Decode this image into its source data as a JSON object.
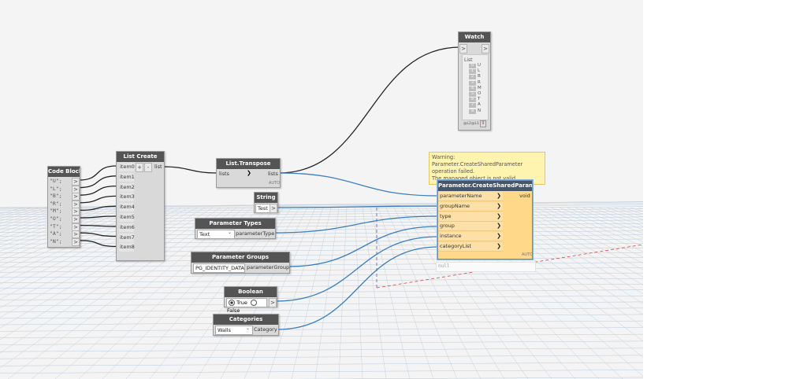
{
  "nodes": {
    "watch": {
      "title": "Watch",
      "in": ">",
      "out": ">",
      "list_label": "List",
      "items": [
        {
          "i": "0",
          "v": "U"
        },
        {
          "i": "1",
          "v": "L"
        },
        {
          "i": "2",
          "v": "B"
        },
        {
          "i": "3",
          "v": "R"
        },
        {
          "i": "4",
          "v": "M"
        },
        {
          "i": "5",
          "v": "O"
        },
        {
          "i": "6",
          "v": "T"
        },
        {
          "i": "7",
          "v": "A"
        },
        {
          "i": "8",
          "v": "N"
        }
      ],
      "footer_l1": "@L2",
      "footer_l2": "@L1",
      "footer_count": "9"
    },
    "code_block": {
      "title": "Code Block",
      "lines": [
        "\"U\";",
        "\"L\";",
        "\"B\";",
        "\"R\";",
        "\"M\";",
        "\"O\";",
        "\"T\";",
        "\"A\";",
        "\"N\";"
      ],
      "port": ">"
    },
    "list_create": {
      "title": "List Create",
      "inputs": [
        "item0",
        "item1",
        "item2",
        "item3",
        "item4",
        "item5",
        "item6",
        "item7",
        "item8"
      ],
      "plus": "+",
      "minus": "-",
      "output": "list"
    },
    "list_transpose": {
      "title": "List.Transpose",
      "input": "lists",
      "output": "lists",
      "auto": "AUTO"
    },
    "string": {
      "title": "String",
      "value": "Test",
      "port": ">"
    },
    "parameter_types": {
      "title": "Parameter Types",
      "selected": "Text",
      "output": "parameterType"
    },
    "parameter_groups": {
      "title": "Parameter Groups",
      "selected": "PG_IDENTITY_DATA",
      "output": "parameterGroup"
    },
    "boolean": {
      "title": "Boolean",
      "true_label": "True",
      "false_label": "False",
      "port": ">"
    },
    "categories": {
      "title": "Categories",
      "selected": "Walls",
      "output": "Category"
    },
    "create_shared": {
      "title": "Parameter.CreateSharedParameter",
      "inputs": [
        "parameterName",
        "groupName",
        "type",
        "group",
        "instance",
        "categoryList"
      ],
      "output": "void",
      "auto": "AUTO",
      "preview": "null",
      "warning": [
        "Warning: Parameter.CreateSharedParameter",
        "operation failed.",
        "The managed object is not valid."
      ]
    }
  },
  "colors": {
    "wire_dark": "#222222",
    "wire_blue": "#3b7dbd",
    "header": "#545454",
    "node_bg": "#d9d9d9",
    "warn_bg": "#fff3b0",
    "error_node": "#ffd88a"
  }
}
